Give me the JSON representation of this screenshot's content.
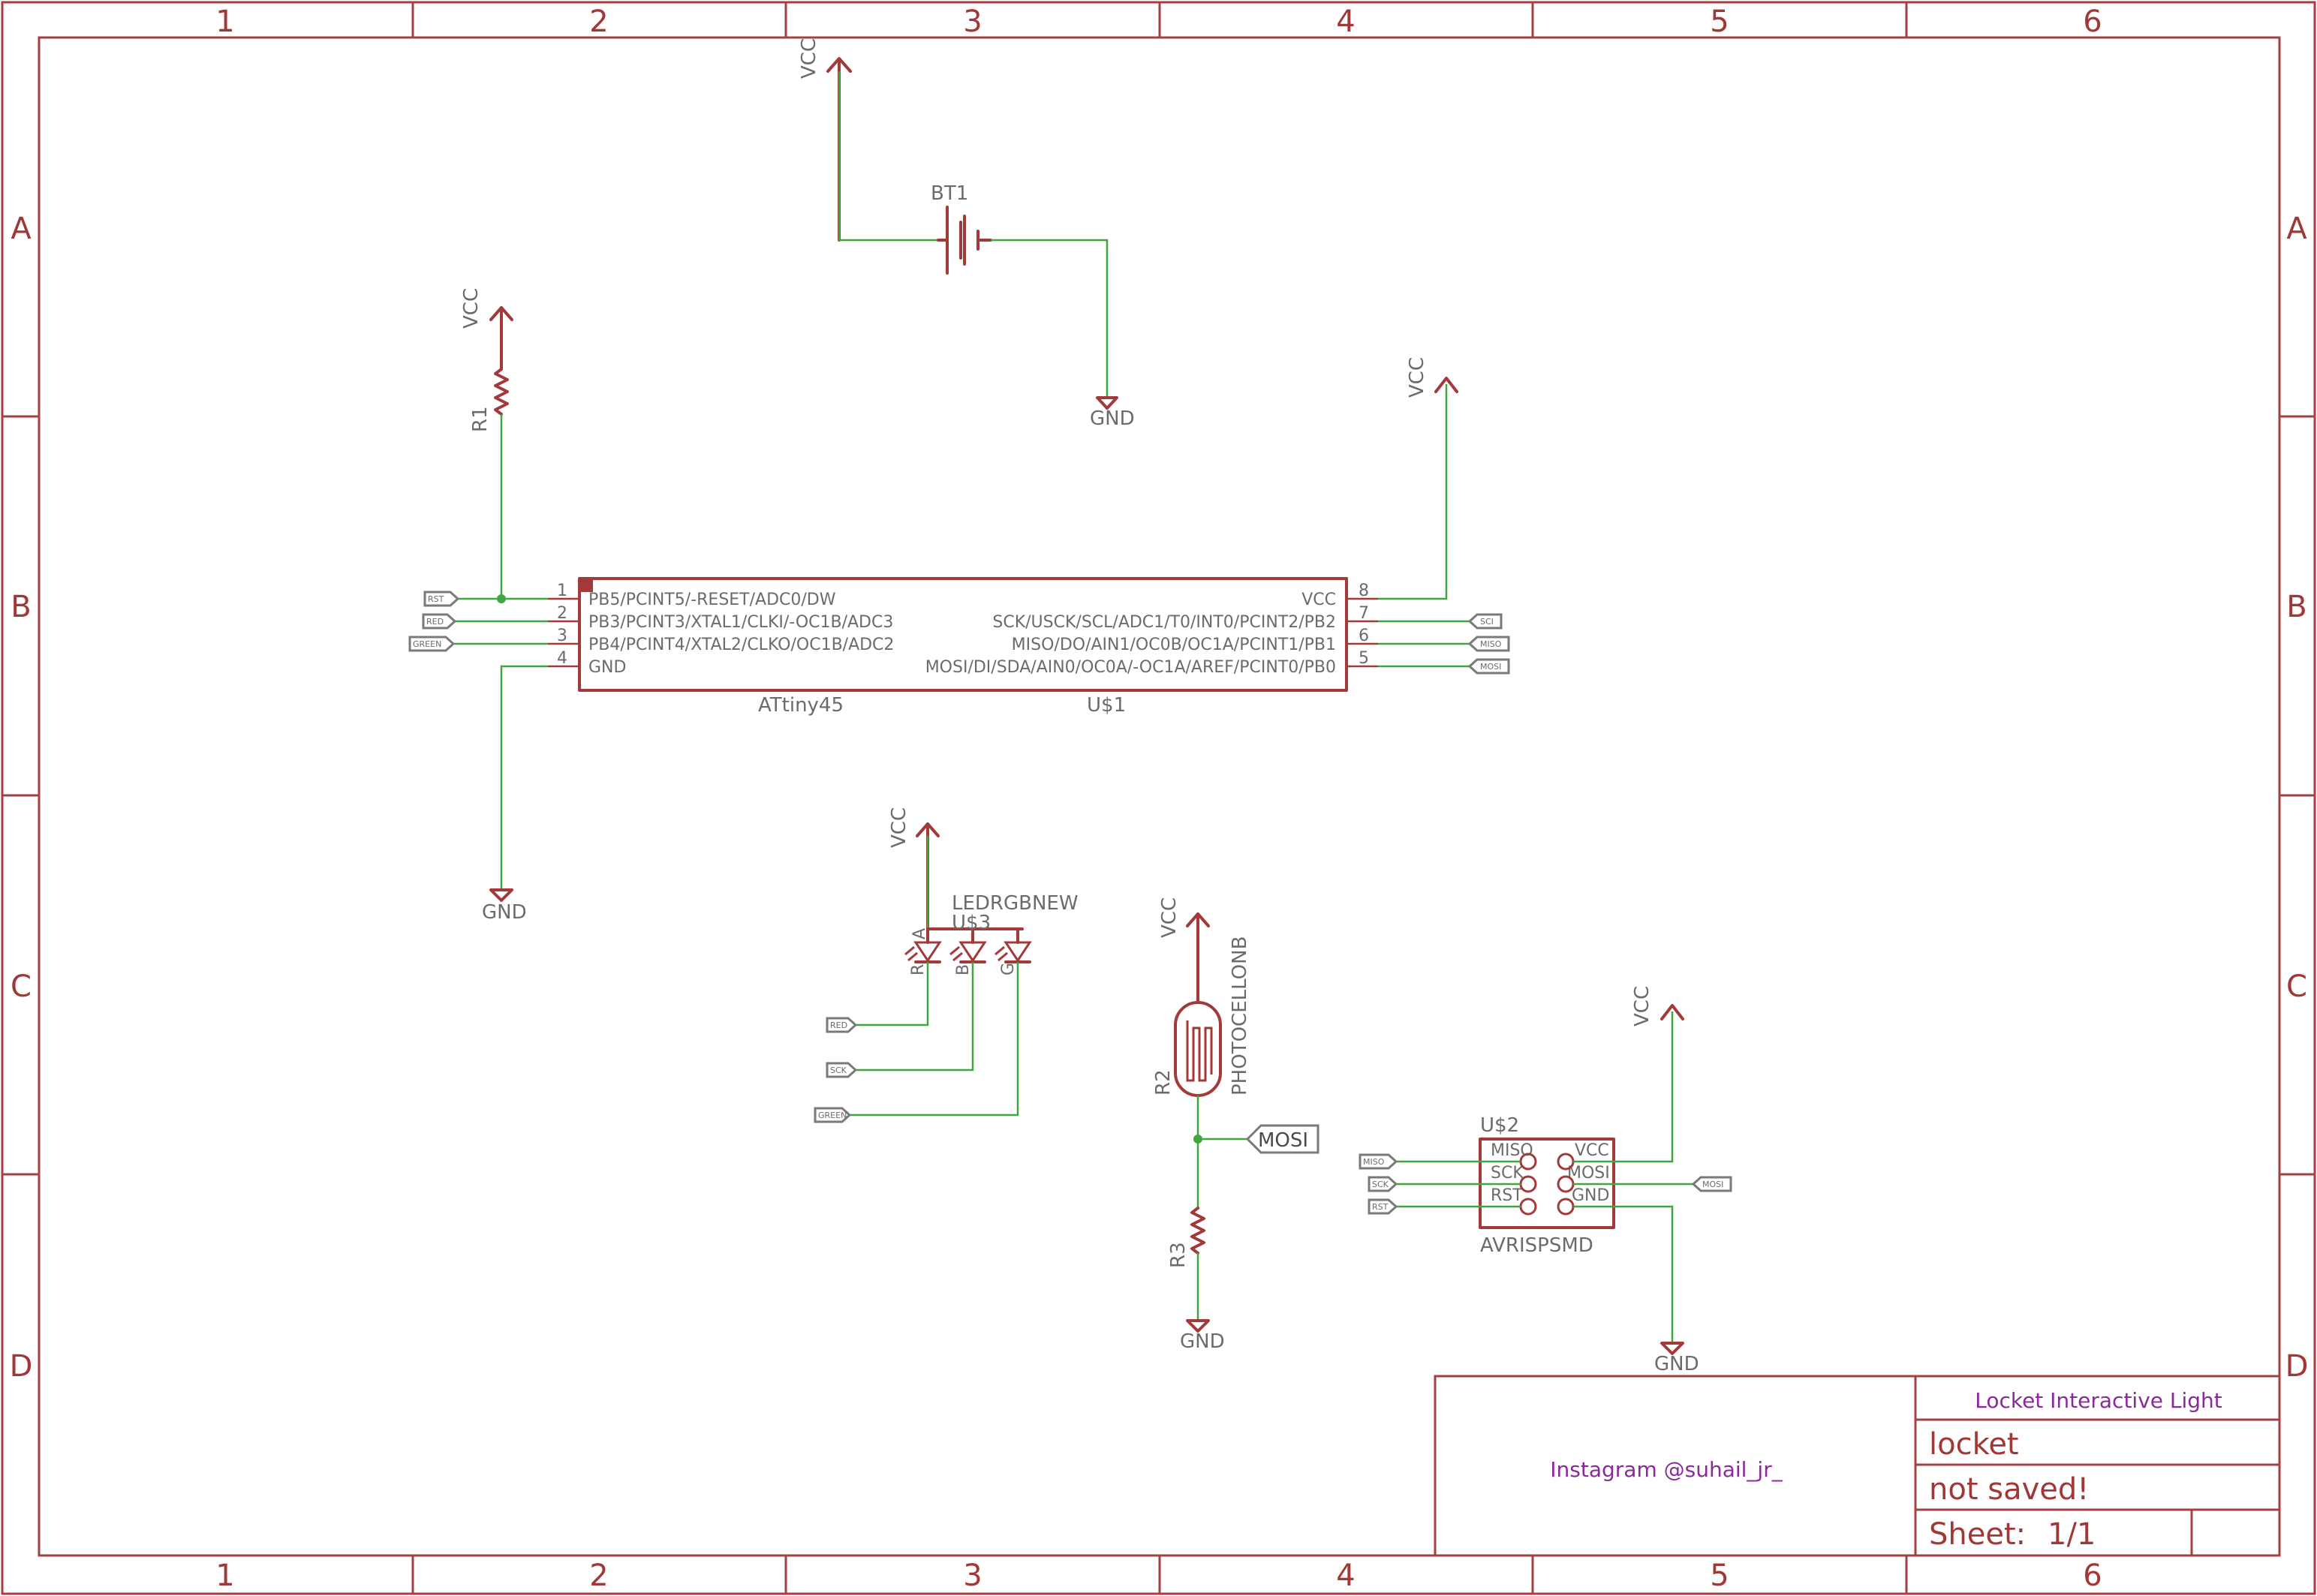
{
  "frame": {
    "columns": [
      "1",
      "2",
      "3",
      "4",
      "5",
      "6"
    ],
    "rows": [
      "A",
      "B",
      "C",
      "D"
    ]
  },
  "power": {
    "vcc": "VCC",
    "gnd": "GND"
  },
  "battery": {
    "name": "BT1"
  },
  "resistors": {
    "r1": "R1",
    "r2": "R2",
    "r3": "R3"
  },
  "mcu": {
    "value": "ATtiny45",
    "name": "U$1",
    "left_pins": [
      {
        "num": "1",
        "name": "PB5/PCINT5/-RESET/ADC0/DW",
        "net": "RST"
      },
      {
        "num": "2",
        "name": "PB3/PCINT3/XTAL1/CLKI/-OC1B/ADC3",
        "net": "RED"
      },
      {
        "num": "3",
        "name": "PB4/PCINT4/XTAL2/CLKO/OC1B/ADC2",
        "net": "GREEN"
      },
      {
        "num": "4",
        "name": "GND",
        "net": ""
      }
    ],
    "right_pins": [
      {
        "num": "8",
        "name": "VCC",
        "net": ""
      },
      {
        "num": "7",
        "name": "SCK/USCK/SCL/ADC1/T0/INT0/PCINT2/PB2",
        "net": "SCI"
      },
      {
        "num": "6",
        "name": "MISO/DO/AIN1/OC0B/OC1A/PCINT1/PB1",
        "net": "MISO"
      },
      {
        "num": "5",
        "name": "MOSI/DI/SDA/AIN0/OC0A/-OC1A/AREF/PCINT0/PB0",
        "net": "MOSI"
      }
    ]
  },
  "led": {
    "value": "LEDRGBNEW",
    "name": "U$3",
    "pin_labels": [
      "R",
      "A",
      "B",
      "G"
    ],
    "nets": [
      "RED",
      "SCK",
      "GREEN"
    ]
  },
  "photocell": {
    "value": "PHOTOCELLONB",
    "net": "MOSI"
  },
  "isp": {
    "name": "U$2",
    "value": "AVRISPSMD",
    "left_pins": [
      "MISO",
      "SCK",
      "RST"
    ],
    "right_pins": [
      "VCC",
      "MOSI",
      "GND"
    ],
    "left_nets": [
      "MISO",
      "SCK",
      "RST"
    ],
    "right_net": "MOSI"
  },
  "title_block": {
    "project": "Locket Interactive Light",
    "credit": "Instagram @suhail_jr_",
    "name": "locket",
    "status": "not saved!",
    "sheet_label": "Sheet:",
    "sheet_value": "1/1"
  },
  "colors": {
    "frame": "#a54040",
    "symbol": "#a23a3a",
    "wire": "#3ea83e",
    "label_outline": "#7a7a7a",
    "title_text": "#8a2a9a"
  }
}
